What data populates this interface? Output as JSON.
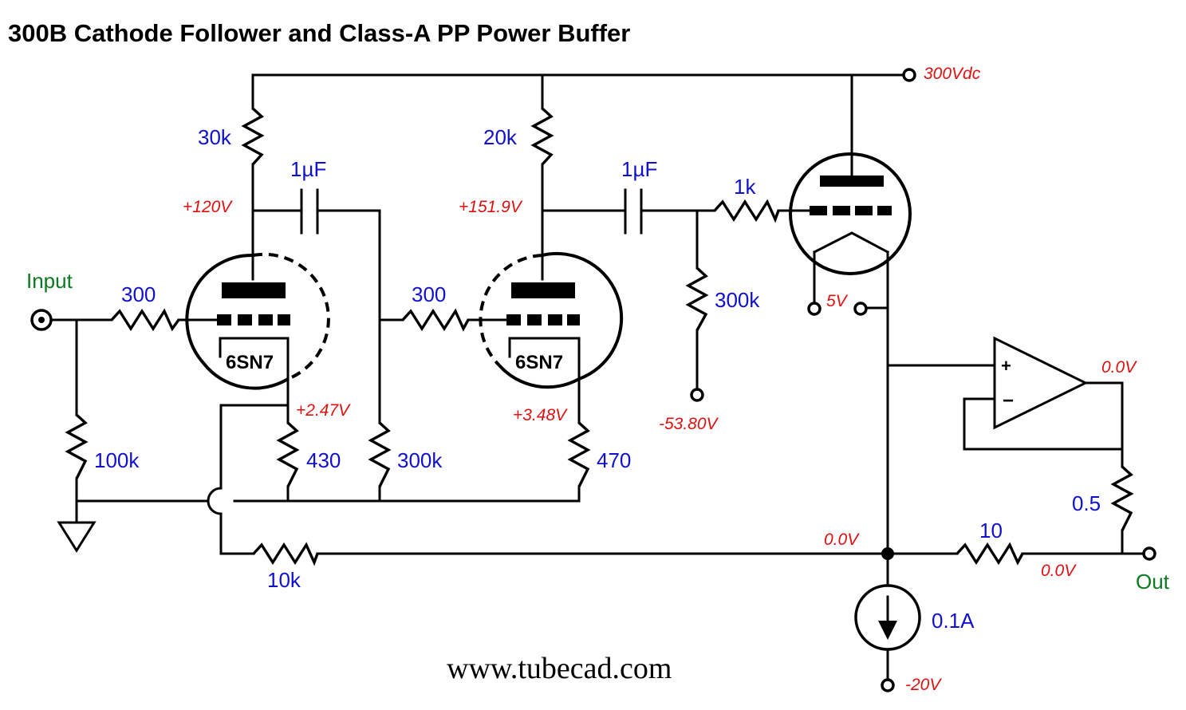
{
  "title": "300B Cathode Follower and Class-A PP Power Buffer",
  "url": "www.tubecad.com",
  "labels": {
    "input": "Input",
    "output": "Out"
  },
  "components": {
    "r_plate1": "30k",
    "r_plate2": "20k",
    "cap1": "1µF",
    "cap2": "1µF",
    "r_grid_stop_300b": "1k",
    "r_grid1": "300",
    "r_grid2": "300",
    "r_bias_300b": "300k",
    "r_input": "100k",
    "r_cathode1": "430",
    "r_grid_leak2": "300k",
    "r_cathode2": "470",
    "r_feedback": "10k",
    "r_sense": "0.5",
    "r_out": "10",
    "current_source": "0.1A",
    "tube1": "6SN7",
    "tube2": "6SN7"
  },
  "voltages": {
    "supply": "300Vdc",
    "plate1": "+120V",
    "plate2": "+151.9V",
    "cathode1": "+2.47V",
    "cathode2": "+3.48V",
    "bias": "-53.80V",
    "filament": "5V",
    "opamp_out": "0.0V",
    "cathode_300b": "0.0V",
    "output": "0.0V",
    "negative_supply": "-20V"
  },
  "colors": {
    "component_label": "#1010d0",
    "voltage_label": "#e01010",
    "io_label": "#0a7a1e",
    "wire": "#000000"
  }
}
